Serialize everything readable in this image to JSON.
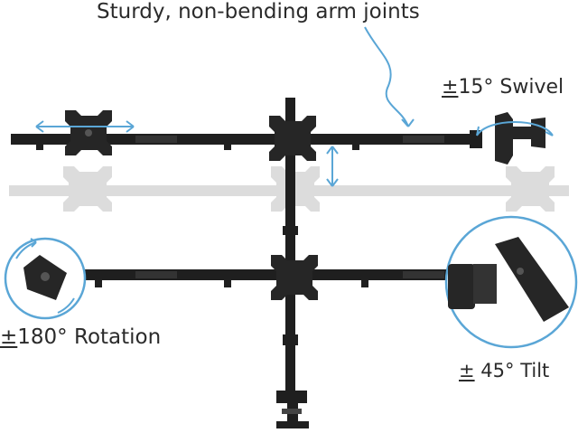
{
  "labels": {
    "headline": "Sturdy, non-bending arm joints",
    "swivel": "15° Swivel",
    "rotation": "180° Rotation",
    "tilt": "45° Tilt",
    "plus_minus": "±"
  },
  "colors": {
    "arm": "#1f1f1f",
    "ghost_arm": "#d9d9d9",
    "accent": "#5aa6d6",
    "text": "#2b2b2b"
  }
}
